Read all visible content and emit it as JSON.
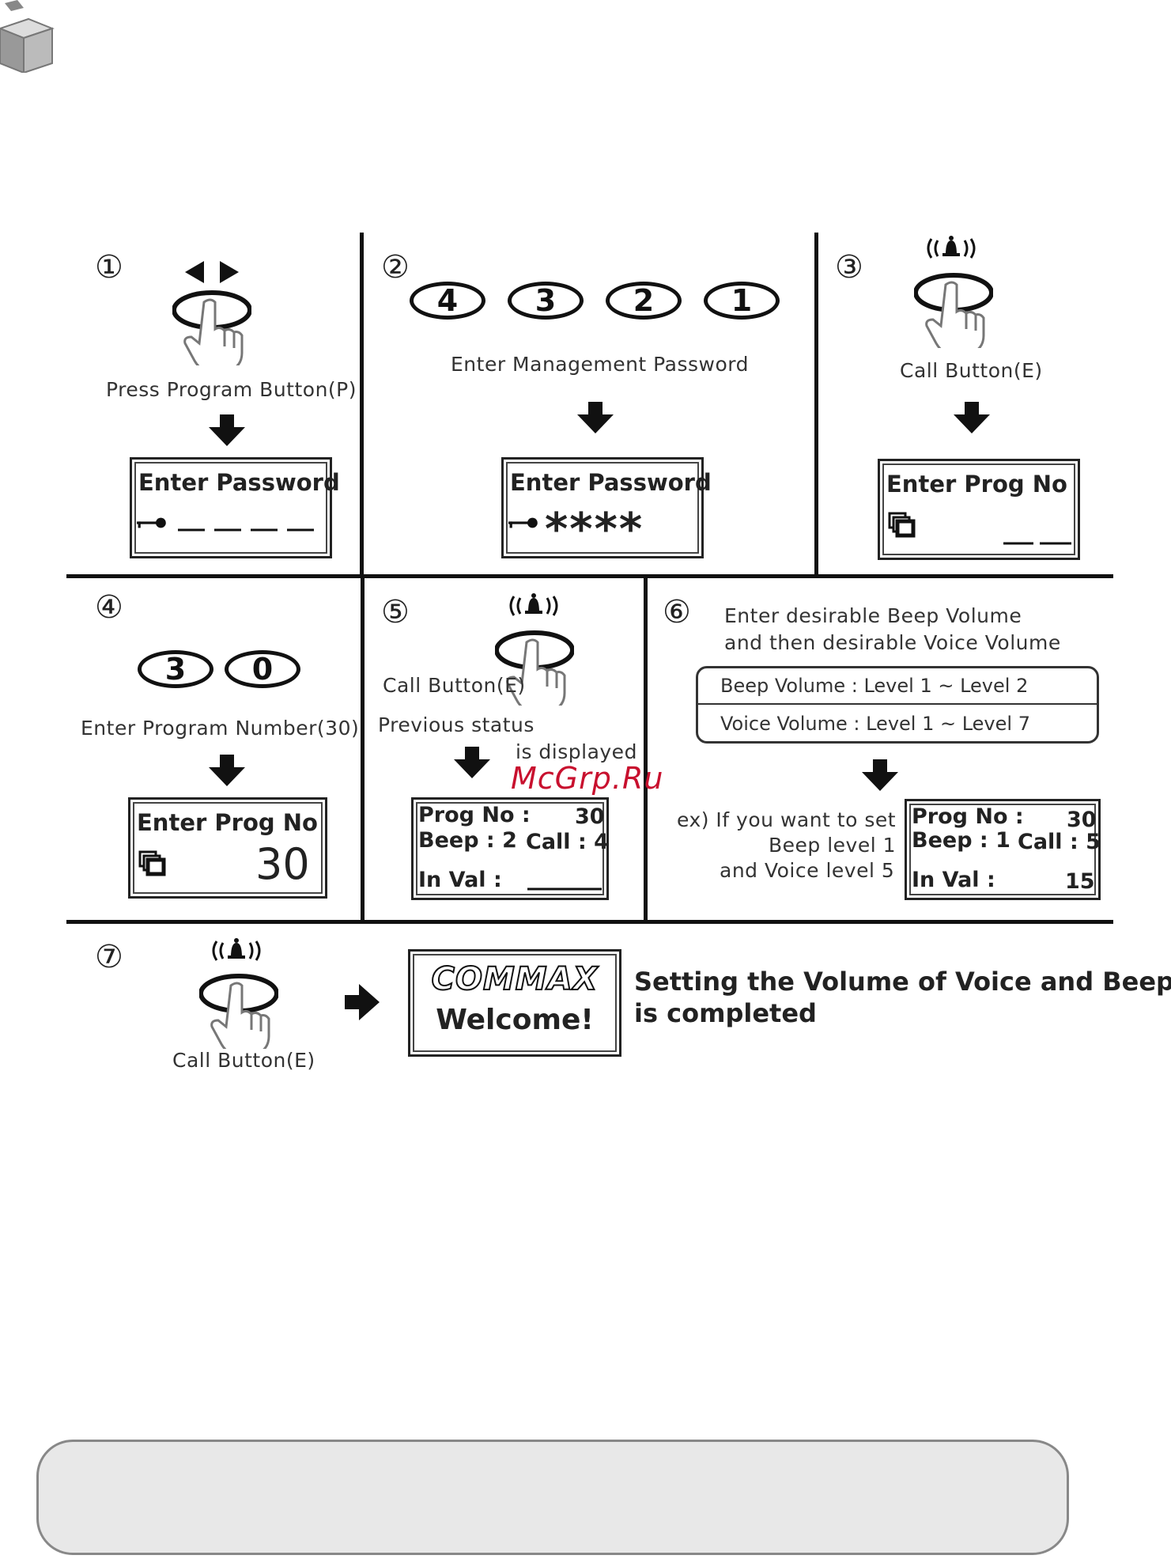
{
  "steps": [
    {
      "number": "①",
      "label": "Press Program Button(P)",
      "lcd": {
        "line1": "Enter Password"
      }
    },
    {
      "number": "②",
      "keys": [
        "4",
        "3",
        "2",
        "1"
      ],
      "label": "Enter Management Password",
      "lcd": {
        "line1": "Enter Password",
        "masked": "****"
      }
    },
    {
      "number": "③",
      "label": "Call Button(E)",
      "lcd": {
        "line1": "Enter Prog No"
      }
    },
    {
      "number": "④",
      "keys": [
        "3",
        "0"
      ],
      "label": "Enter Program Number(30)",
      "lcd": {
        "line1": "Enter Prog No",
        "value": "30"
      }
    },
    {
      "number": "⑤",
      "label": "Call Button(E)",
      "note_line1": "Previous status",
      "note_line2": "is displayed",
      "lcd": {
        "prog_label": "Prog No :",
        "prog_value": "30",
        "beep": "Beep : 2",
        "call": "Call : 4",
        "inval": "In Val :"
      }
    },
    {
      "number": "⑥",
      "instruction_line1": "Enter desirable Beep Volume",
      "instruction_line2": "and then desirable Voice Volume",
      "beep_range": "Beep Volume : Level  1 ~ Level  2",
      "voice_range": "Voice Volume : Level  1 ~ Level  7",
      "example_line1": "ex) If you want to set",
      "example_line2": "Beep level  1",
      "example_line3": "and Voice level  5",
      "lcd": {
        "prog_label": "Prog No :",
        "prog_value": "30",
        "beep": "Beep : 1",
        "call": "Call : 5",
        "inval": "In Val :",
        "inval_value": "15"
      }
    },
    {
      "number": "⑦",
      "label": "Call Button(E)",
      "brand": "COMMAX",
      "welcome": "Welcome!",
      "done_line1": "Setting the Volume of Voice and Beep",
      "done_line2": "is completed"
    }
  ],
  "watermark": "McGrp.Ru",
  "icons": {
    "cube": "cube-icon",
    "hand": "hand-press-icon",
    "arrow": "down-arrow-icon",
    "key": "key-icon",
    "bell": "bell-icon",
    "copy": "copy-icon"
  }
}
